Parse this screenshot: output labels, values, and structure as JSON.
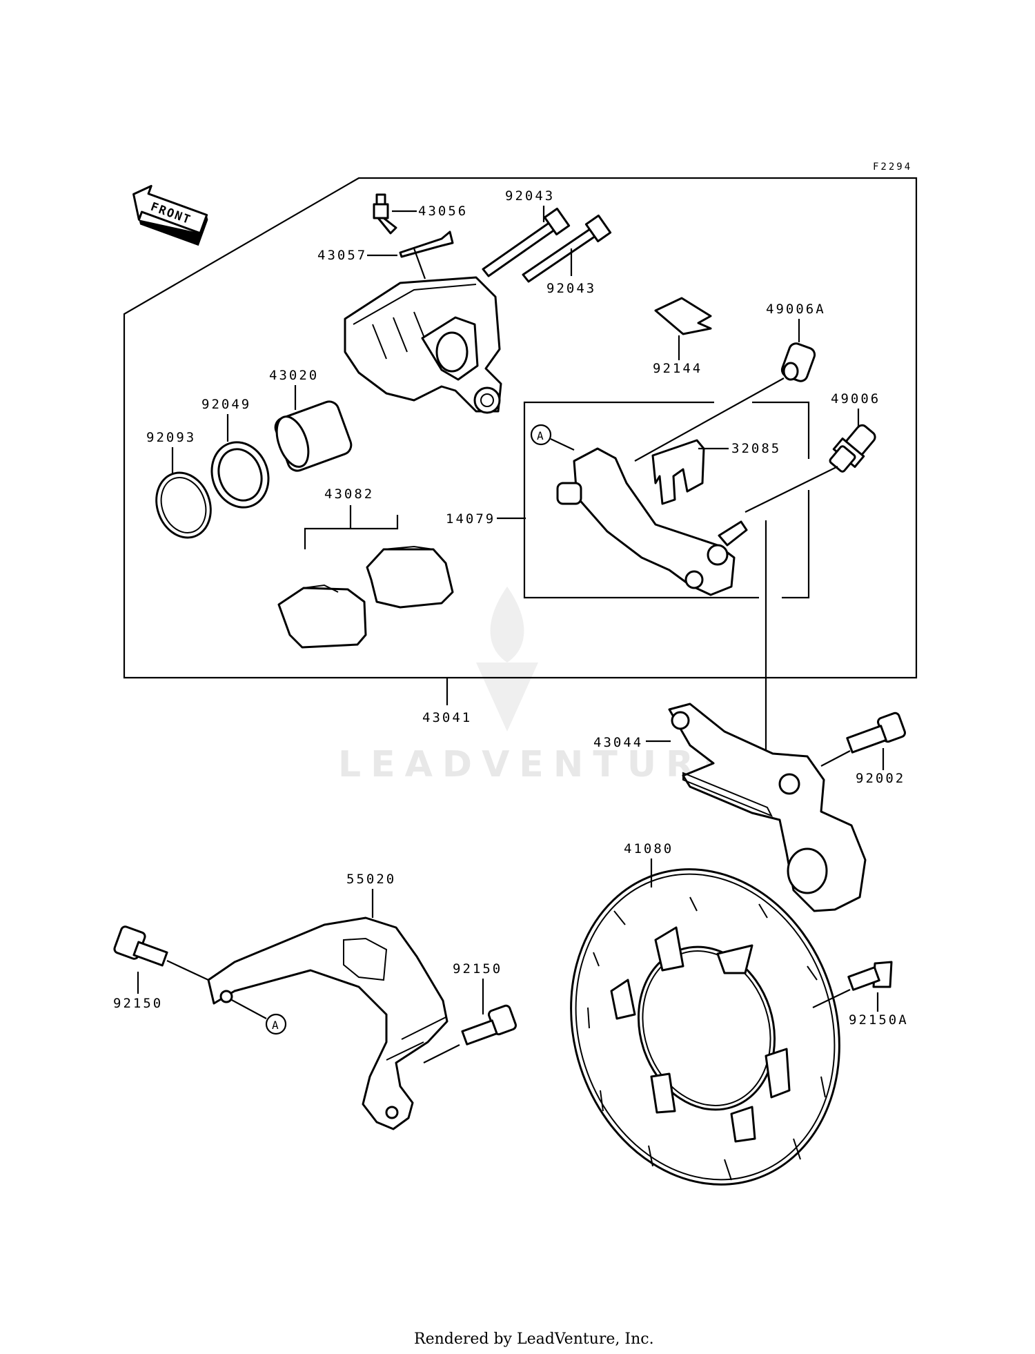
{
  "diagram": {
    "code": "F2294",
    "front_label": "FRONT",
    "watermark": "LEADVENTURE",
    "footer": "Rendered by LeadVenture, Inc.",
    "ref_a": "A",
    "parts": {
      "p43056": "43056",
      "p43057": "43057",
      "p92043a": "92043",
      "p92043b": "92043",
      "p49006a": "49006A",
      "p92144": "92144",
      "p43020": "43020",
      "p92049": "92049",
      "p92093": "92093",
      "p49006": "49006",
      "p32085": "32085",
      "p14079": "14079",
      "p43082": "43082",
      "p43041": "43041",
      "p43044": "43044",
      "p92002": "92002",
      "p41080": "41080",
      "p55020": "55020",
      "p92150a": "92150",
      "p92150b": "92150",
      "p92150A": "92150A"
    }
  }
}
